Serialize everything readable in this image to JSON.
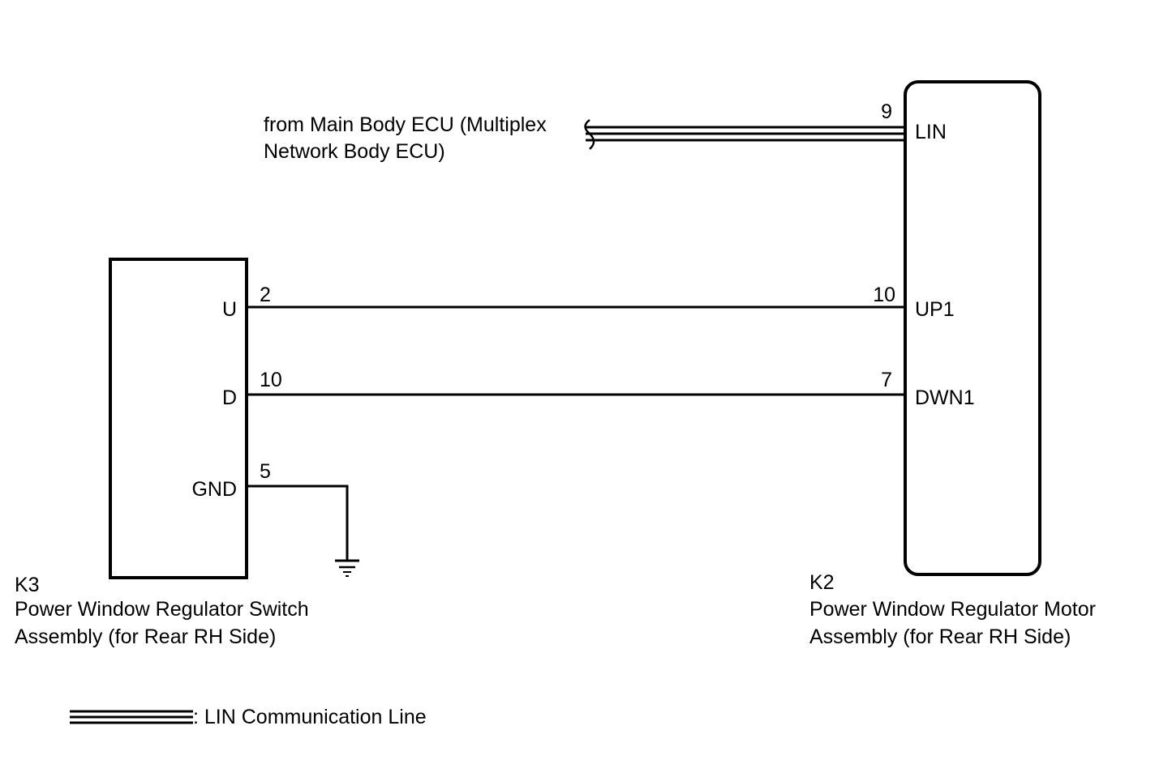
{
  "source": {
    "line1": "from Main Body ECU (Multiplex",
    "line2": "Network Body ECU)"
  },
  "k3": {
    "code": "K3",
    "name_line1": "Power Window Regulator Switch",
    "name_line2": "Assembly (for Rear RH Side)",
    "terminals": {
      "u": {
        "label": "U",
        "pin": "2"
      },
      "d": {
        "label": "D",
        "pin": "10"
      },
      "gnd": {
        "label": "GND",
        "pin": "5"
      }
    }
  },
  "k2": {
    "code": "K2",
    "name_line1": "Power Window Regulator Motor",
    "name_line2": "Assembly (for Rear RH Side)",
    "terminals": {
      "lin": {
        "label": "LIN",
        "pin": "9"
      },
      "up1": {
        "label": "UP1",
        "pin": "10"
      },
      "dwn1": {
        "label": "DWN1",
        "pin": "7"
      }
    }
  },
  "legend": {
    "lin_line_label": ": LIN Communication Line"
  },
  "icons": {
    "ground": "ground-symbol-icon",
    "lin_line": "triple-line-lin-icon",
    "wire_break": "wire-break-icon"
  },
  "colors": {
    "line": "#000000",
    "background": "#ffffff"
  }
}
